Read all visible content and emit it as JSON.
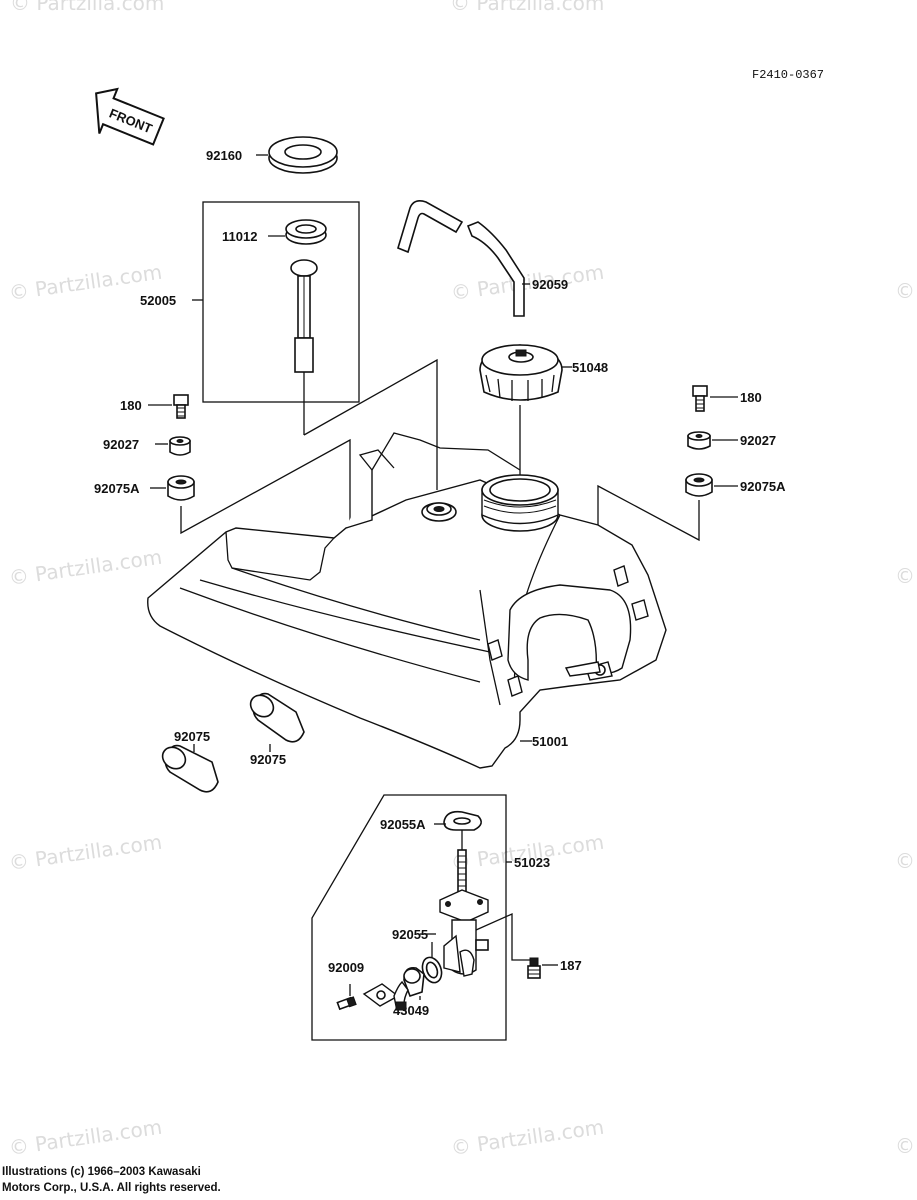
{
  "diagram": {
    "ref_code": "F2410-0367",
    "front_label": "FRONT",
    "watermark": "© Partzilla.com",
    "copyright_line1": "Illustrations (c) 1966–2003 Kawasaki",
    "copyright_line2": "Motors Corp., U.S.A.  All rights reserved."
  },
  "parts": {
    "p92160": "92160",
    "p11012": "11012",
    "p52005": "52005",
    "p92059": "92059",
    "p51048": "51048",
    "p180_left": "180",
    "p180_right": "180",
    "p92027_left": "92027",
    "p92027_right": "92027",
    "p92075A_left": "92075A",
    "p92075A_right": "92075A",
    "p92075_a": "92075",
    "p92075_b": "92075",
    "p51001": "51001",
    "p92055A": "92055A",
    "p51023": "51023",
    "p92055": "92055",
    "p92009": "92009",
    "p187": "187",
    "p43049": "43049"
  }
}
